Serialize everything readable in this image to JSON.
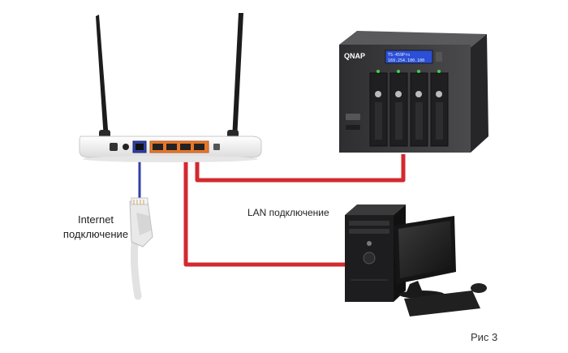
{
  "labels": {
    "internet_line1": "Internet",
    "internet_line2": "подключение",
    "lan": "LAN подключение",
    "caption": "Рис 3"
  },
  "nas": {
    "brand": "QNAP",
    "lcd_line1": "TS-459Pro",
    "lcd_line2": "169.254.100.100"
  },
  "colors": {
    "lan_cable": "#d22a2f",
    "wan_cable": "#3040a8",
    "lan_ports": "#e8772b",
    "nas_body": "#3a3a3c",
    "lcd": "#2b4fd6",
    "router_body": "#f2f2f2"
  },
  "icons": [
    "wifi-router",
    "antenna",
    "nas-server",
    "desktop-pc",
    "monitor",
    "keyboard",
    "mouse",
    "rj45-plug"
  ]
}
